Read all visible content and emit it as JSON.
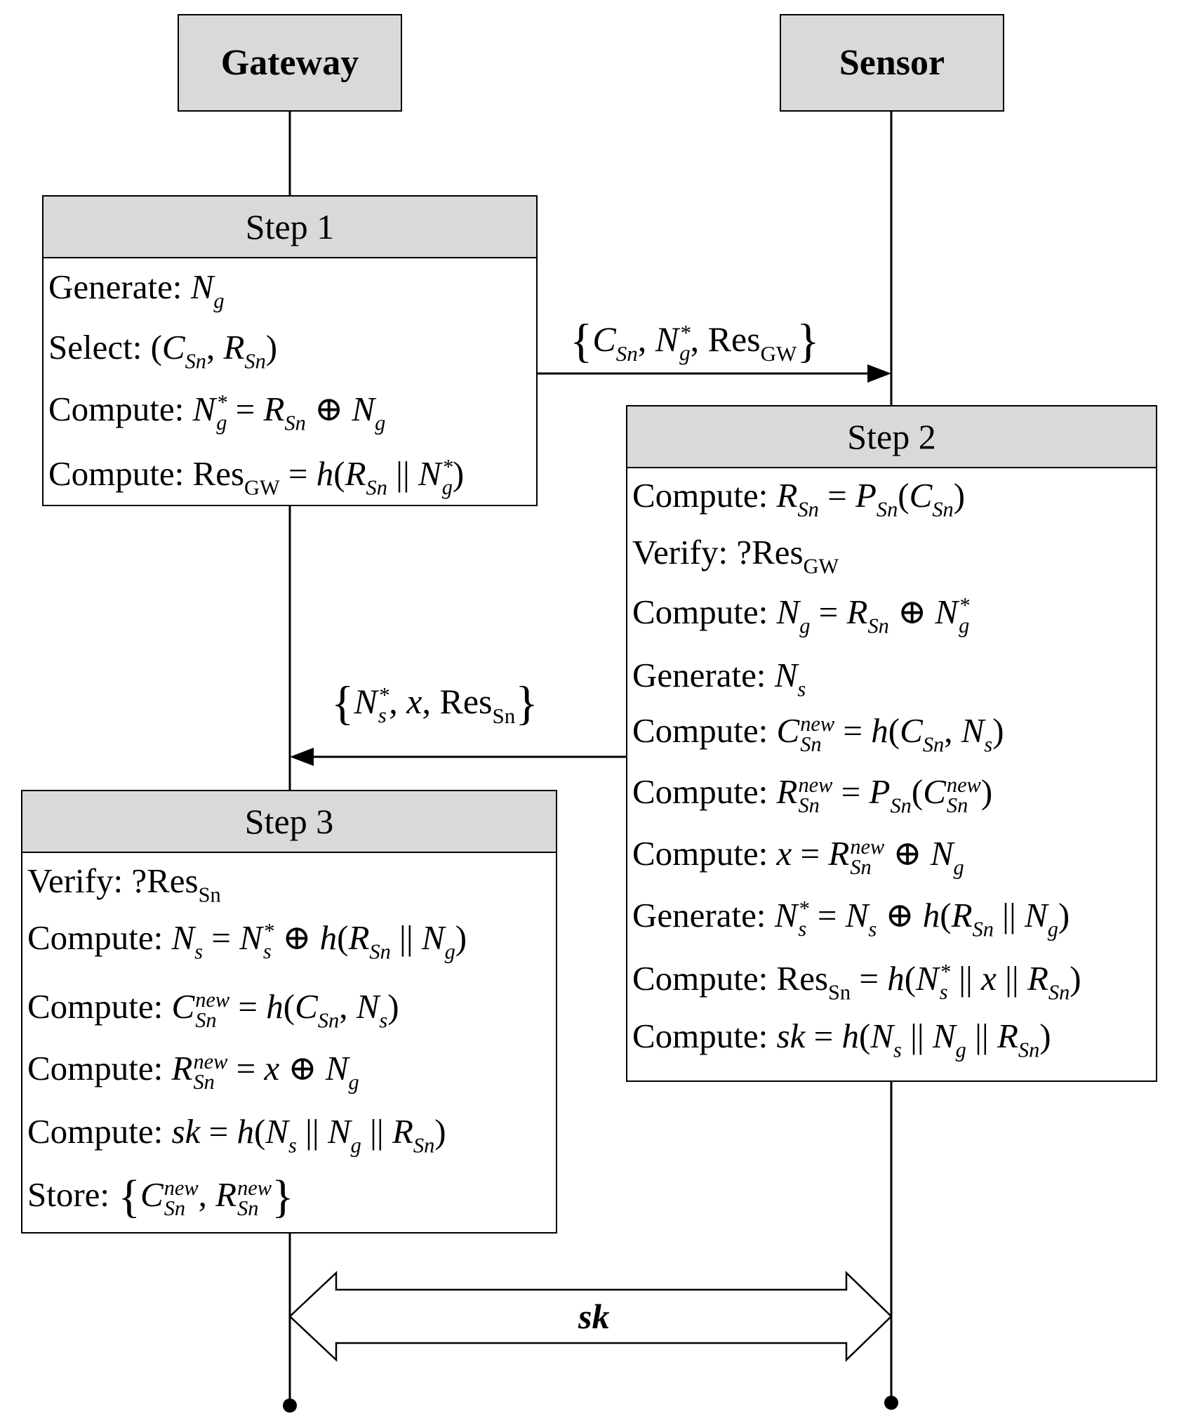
{
  "actors": {
    "gateway": "Gateway",
    "sensor": "Sensor"
  },
  "steps": {
    "step1": {
      "title": "Step 1"
    },
    "step2": {
      "title": "Step 2"
    },
    "step3": {
      "title": "Step 3"
    }
  },
  "labels": {
    "generate": "Generate:",
    "select": "Select:",
    "compute": "Compute:",
    "verify": "Verify:",
    "store": "Store:"
  },
  "symbols": {
    "sk": "sk"
  },
  "step1_lines": [
    "Generate: N_g",
    "Select: (C_Sn, R_Sn)",
    "Compute: N_g^* = R_Sn ⊕ N_g",
    "Compute: Res_GW = h(R_Sn || N_g^*)"
  ],
  "step2_lines": [
    "Compute: R_Sn = P_Sn(C_Sn)",
    "Verify: ?Res_GW",
    "Compute: N_g = R_Sn ⊕ N_g^*",
    "Generate: N_s",
    "Compute: C_Sn^new = h(C_Sn, N_s)",
    "Compute: R_Sn^new = P_Sn(C_Sn^new)",
    "Compute: x = R_Sn^new ⊕ N_g",
    "Generate: N_s^* = N_s ⊕ h(R_Sn || N_g)",
    "Compute: Res_Sn = h(N_s^* || x || R_Sn)",
    "Compute: sk = h(N_s || N_g || R_Sn)"
  ],
  "step3_lines": [
    "Verify: ?Res_Sn",
    "Compute: N_s = N_s^* ⊕ h(R_Sn || N_g)",
    "Compute: C_Sn^new = h(C_Sn, N_s)",
    "Compute: R_Sn^new = x ⊕ N_g",
    "Compute: sk = h(N_s || N_g || R_Sn)",
    "Store: {C_Sn^new, R_Sn^new}"
  ],
  "messages": {
    "gateway_to_sensor": "{C_Sn, N_g^*, Res_GW}",
    "sensor_to_gateway": "{N_s^*, x, Res_Sn}",
    "shared_key": "sk"
  }
}
